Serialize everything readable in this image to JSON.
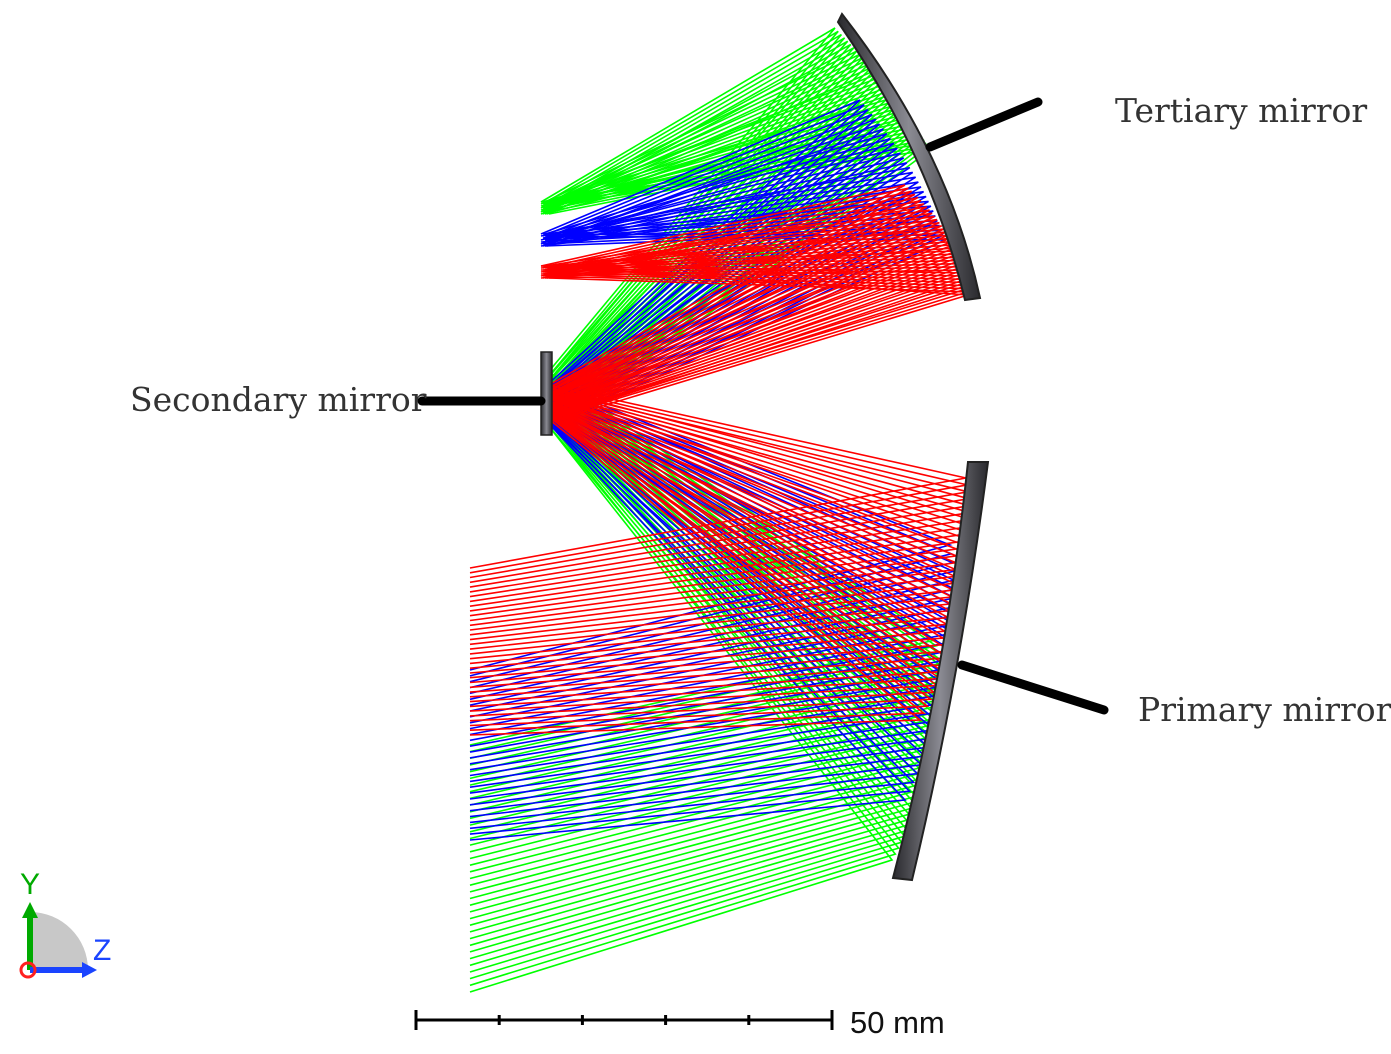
{
  "labels": {
    "tertiary": "Tertiary mirror",
    "secondary": "Secondary mirror",
    "primary": "Primary mirror"
  },
  "scale_bar": {
    "label": "50 mm",
    "ticks": 5
  },
  "axes_triad": {
    "vertical": "Y",
    "horizontal": "Z"
  },
  "colors": {
    "field_1": "#ff0000",
    "field_2": "#0000ff",
    "field_3": "#00ff00",
    "mirror": "#4a4a50",
    "leader": "#000000"
  }
}
